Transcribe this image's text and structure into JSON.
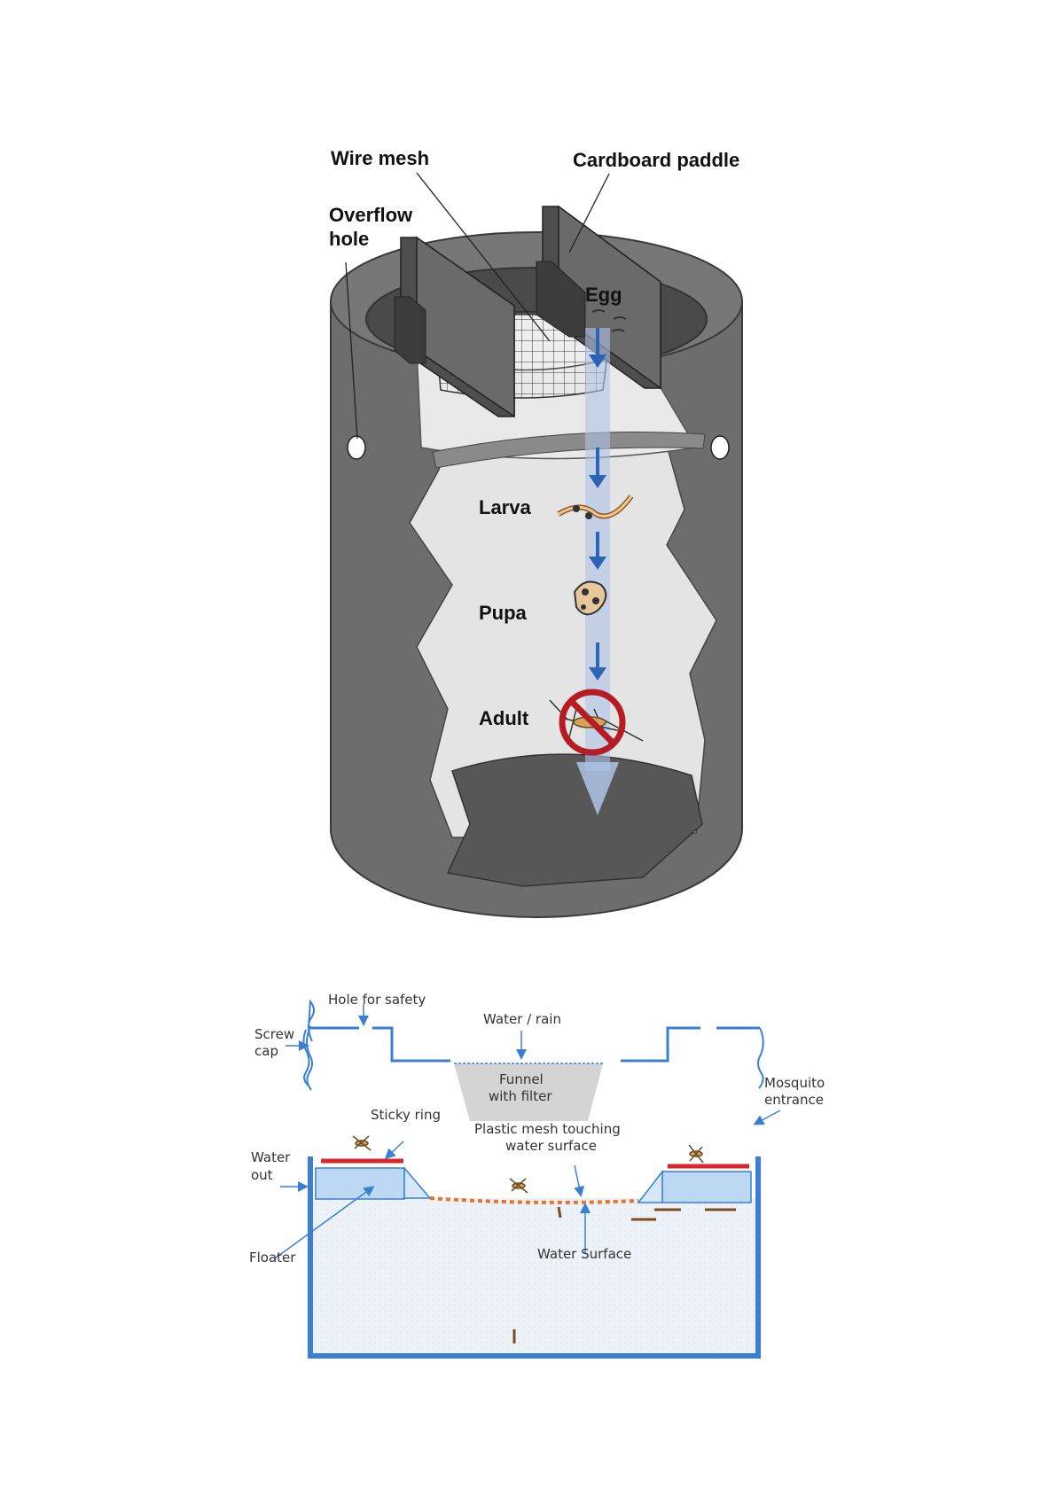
{
  "top_diagram": {
    "labels": {
      "wire_mesh": "Wire mesh",
      "cardboard_paddle": "Cardboard paddle",
      "overflow_hole_line1": "Overflow",
      "overflow_hole_line2": "hole",
      "egg": "Egg",
      "larva": "Larva",
      "pupa": "Pupa",
      "adult": "Adult"
    },
    "colors": {
      "outer_body": "#6d6d6d",
      "inner_wall": "#e2e2e2",
      "paddle": "#5f5f5f",
      "bottom": "#555555",
      "arrow": "#2e62b5",
      "arrow_band": "#aec3e6",
      "prohibit_sign": "#b51c24"
    }
  },
  "bottom_diagram": {
    "labels": {
      "hole_for_safety": "Hole for safety",
      "water_rain": "Water / rain",
      "screw_cap_line1": "Screw",
      "screw_cap_line2": "cap",
      "funnel_line1": "Funnel",
      "funnel_line2": "with filter",
      "mosquito_entrance_line1": "Mosquito",
      "mosquito_entrance_line2": "entrance",
      "sticky_ring": "Sticky ring",
      "plastic_mesh_line1": "Plastic mesh touching",
      "plastic_mesh_line2": "water surface",
      "water_out_line1": "Water",
      "water_out_line2": "out",
      "floater": "Floater",
      "water_surface": "Water Surface"
    },
    "colors": {
      "outline": "#3b7fd4",
      "water": "#edf2f8",
      "floater": "#bcd8f2",
      "sticky_ring": "#d8262a",
      "mesh": "#e8742a",
      "funnel": "#d4d4d4"
    }
  }
}
